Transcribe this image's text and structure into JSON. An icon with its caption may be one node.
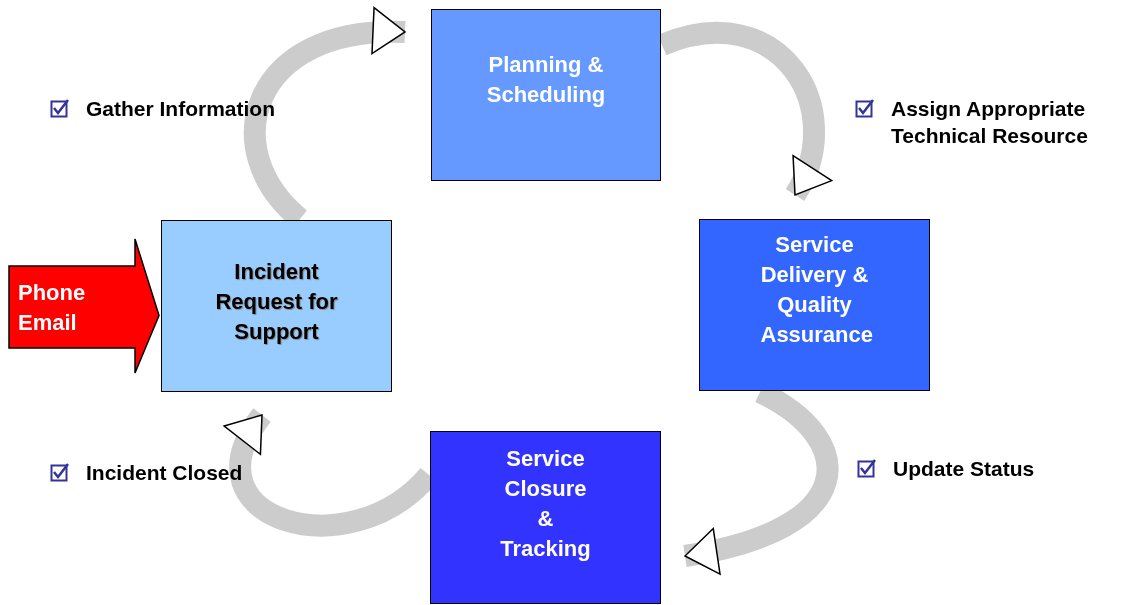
{
  "diagram": {
    "nodes": [
      {
        "text": [
          "Phone Email"
        ]
      },
      {
        "text": [
          "Incident Request for Support"
        ]
      },
      {
        "text": [
          "Planning & Scheduling"
        ]
      },
      {
        "text": [
          "Service Delivery & Quality Assurance"
        ]
      },
      {
        "text": [
          "Service Closure & Tracking"
        ]
      }
    ],
    "edges": [
      {
        "from": 1,
        "to": 2,
        "arrow": "to"
      },
      {
        "from": 2,
        "to": 3,
        "arrow": "to"
      },
      {
        "from": 3,
        "to": 4,
        "arrow": "to"
      },
      {
        "from": 4,
        "to": 1,
        "arrow": "to"
      }
    ],
    "labels": [
      "Gather Information",
      "Assign Appropriate Technical Resource",
      "Incident Closed",
      "Update Status"
    ]
  }
}
